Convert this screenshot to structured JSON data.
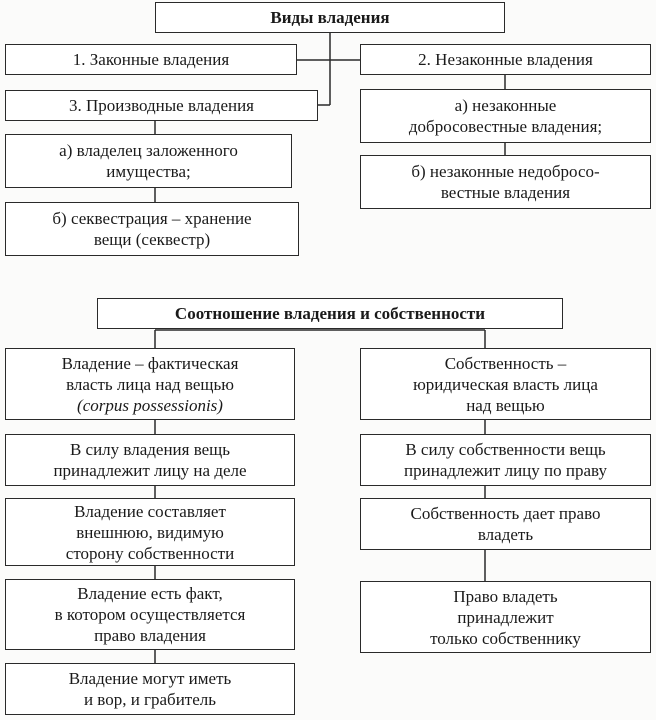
{
  "types": {
    "title": "Виды владения",
    "lawful": "1. Законные владения",
    "unlawful": "2. Незаконные владения",
    "derived": "3. Производные владения",
    "derived_a": "а) владелец заложенного\nимущества;",
    "derived_b": "б) секвестрация – хранение\nвещи (секвестр)",
    "unlawful_a": "а) незаконные\nдобросовестные владения;",
    "unlawful_b": "б) незаконные недобросо-\nвестные владения"
  },
  "relation": {
    "title": "Соотношение владения и собственности",
    "possession": [
      {
        "text": "Владение – фактическая\nвласть лица над вещью",
        "latin": "(corpus possessionis)"
      },
      {
        "text": "В силу владения вещь\nпринадлежит лицу на деле"
      },
      {
        "text": "Владение составляет\nвнешнюю, видимую\nсторону собственности"
      },
      {
        "text": "Владение есть факт,\nв котором осуществляется\nправо владения"
      },
      {
        "text": "Владение могут иметь\nи вор, и грабитель"
      }
    ],
    "ownership": [
      {
        "text": "Собственность –\nюридическая власть лица\nнад вещью"
      },
      {
        "text": "В силу собственности вещь\nпринадлежит лицу по праву"
      },
      {
        "text": "Собственность дает право\nвладеть"
      },
      {
        "text": "Право владеть\nпринадлежит\nтолько собственнику"
      }
    ]
  }
}
